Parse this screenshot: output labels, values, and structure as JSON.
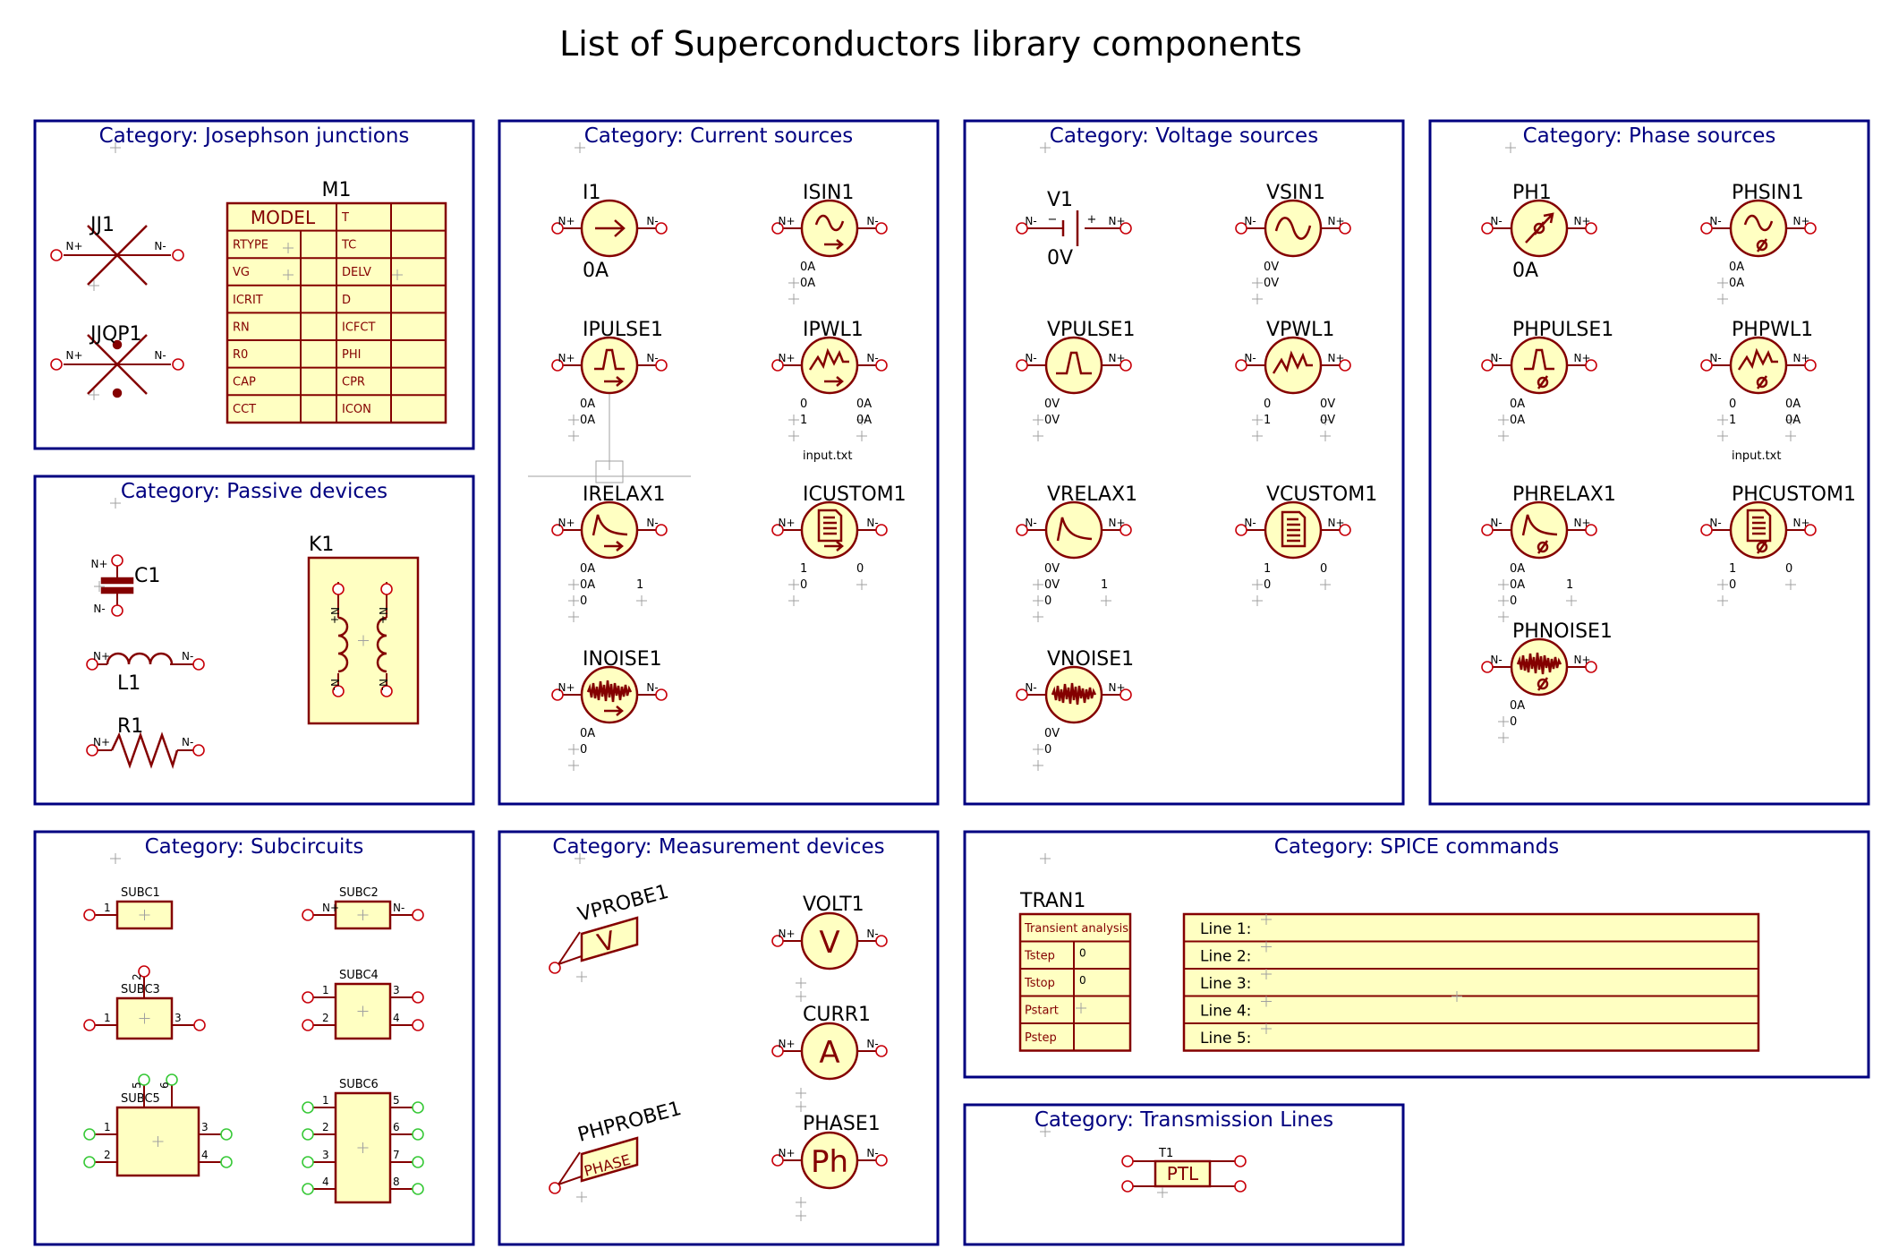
{
  "title": "List of Superconductors library components",
  "categories": {
    "josephson": "Category: Josephson junctions",
    "current": "Category: Current sources",
    "voltage": "Category: Voltage sources",
    "phase": "Category: Phase sources",
    "passive": "Category: Passive devices",
    "subcircuits": "Category: Subcircuits",
    "measurement": "Category: Measurement devices",
    "spice": "Category: SPICE commands",
    "tline": "Category: Transmission Lines"
  },
  "pins": {
    "pos": "N+",
    "neg": "N-",
    "n1": "1",
    "n2": "2",
    "n3": "3",
    "n4": "4",
    "n5": "5",
    "n6": "6",
    "n7": "7",
    "n8": "8"
  },
  "values": {
    "amp0": "0A",
    "volt0": "0V",
    "zero": "0",
    "one": "1",
    "input_file": "input.txt"
  },
  "josephson": {
    "jj1": "JJ1",
    "jjqp1": "JJQP1",
    "model": {
      "ref": "M1",
      "header": "MODEL",
      "left_col": [
        "RTYPE",
        "VG",
        "ICRIT",
        "RN",
        "R0",
        "CAP",
        "CCT"
      ],
      "right_col": [
        "T",
        "TC",
        "DELV",
        "D",
        "ICFCT",
        "PHI",
        "CPR",
        "ICON"
      ]
    }
  },
  "current_sources": {
    "i1": "I1",
    "isin1": "ISIN1",
    "ipulse1": "IPULSE1",
    "ipwl1": "IPWL1",
    "irelax1": "IRELAX1",
    "icustom1": "ICUSTOM1",
    "inoise1": "INOISE1"
  },
  "voltage_sources": {
    "v1": "V1",
    "vsin1": "VSIN1",
    "vpulse1": "VPULSE1",
    "vpwl1": "VPWL1",
    "vrelax1": "VRELAX1",
    "vcustom1": "VCUSTOM1",
    "vnoise1": "VNOISE1"
  },
  "phase_sources": {
    "ph1": "PH1",
    "phsin1": "PHSIN1",
    "phpulse1": "PHPULSE1",
    "phpwl1": "PHPWL1",
    "phrelax1": "PHRELAX1",
    "phcustom1": "PHCUSTOM1",
    "phnoise1": "PHNOISE1"
  },
  "passive": {
    "c1": "C1",
    "l1": "L1",
    "r1": "R1",
    "k1": "K1"
  },
  "subcircuits": {
    "subc1": "SUBC1",
    "subc2": "SUBC2",
    "subc3": "SUBC3",
    "subc4": "SUBC4",
    "subc5": "SUBC5",
    "subc6": "SUBC6"
  },
  "measurement": {
    "vprobe1": "VPROBE1",
    "vprobe_glyph": "V",
    "phprobe1": "PHPROBE1",
    "phprobe_glyph": "PHASE",
    "volt1": "VOLT1",
    "volt_glyph": "V",
    "curr1": "CURR1",
    "curr_glyph": "A",
    "phase1": "PHASE1",
    "phase_glyph": "Ph"
  },
  "spice": {
    "tran": {
      "ref": "TRAN1",
      "header": "Transient analysis",
      "rows": [
        {
          "label": "Tstep",
          "value": "0"
        },
        {
          "label": "Tstop",
          "value": "0"
        },
        {
          "label": "Pstart",
          "value": ""
        },
        {
          "label": "Pstep",
          "value": ""
        }
      ]
    },
    "lines": [
      "Line 1:",
      "Line 2:",
      "Line 3:",
      "Line 4:",
      "Line 5:"
    ]
  },
  "tline": {
    "t1": "T1",
    "label": "PTL"
  }
}
